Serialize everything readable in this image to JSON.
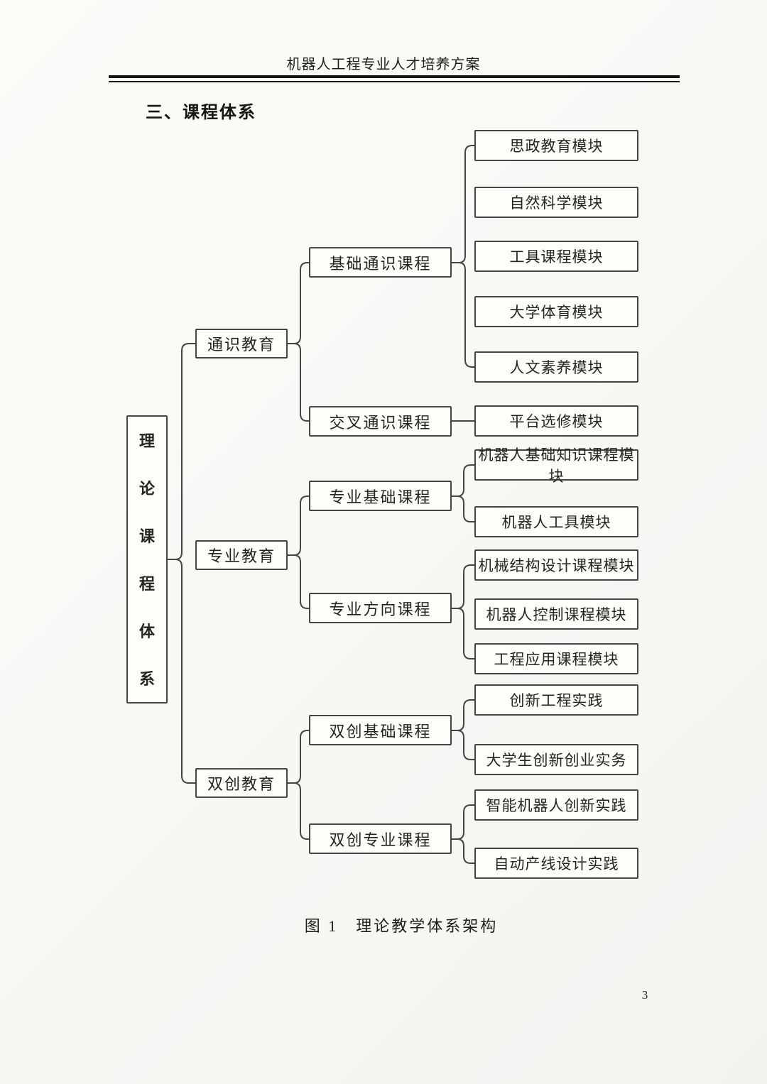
{
  "page": {
    "header": "机器人工程专业人才培养方案",
    "section_title": "三、课程体系",
    "caption": "图 1　理论教学体系架构",
    "page_number": "3"
  },
  "diagram": {
    "root_label": "理论课程体系",
    "branches": [
      {
        "label": "通识教育",
        "groups": [
          {
            "label": "基础通识课程",
            "modules": [
              "思政教育模块",
              "自然科学模块",
              "工具课程模块",
              "大学体育模块",
              "人文素养模块"
            ]
          },
          {
            "label": "交叉通识课程",
            "modules": [
              "平台选修模块"
            ]
          }
        ]
      },
      {
        "label": "专业教育",
        "groups": [
          {
            "label": "专业基础课程",
            "modules": [
              "机器人基础知识课程模块",
              "机器人工具模块"
            ]
          },
          {
            "label": "专业方向课程",
            "modules": [
              "机械结构设计课程模块",
              "机器人控制课程模块",
              "工程应用课程模块"
            ]
          }
        ]
      },
      {
        "label": "双创教育",
        "groups": [
          {
            "label": "双创基础课程",
            "modules": [
              "创新工程实践",
              "大学生创新创业实务"
            ]
          },
          {
            "label": "双创专业课程",
            "modules": [
              "智能机器人创新实践",
              "自动产线设计实践"
            ]
          }
        ]
      }
    ]
  }
}
